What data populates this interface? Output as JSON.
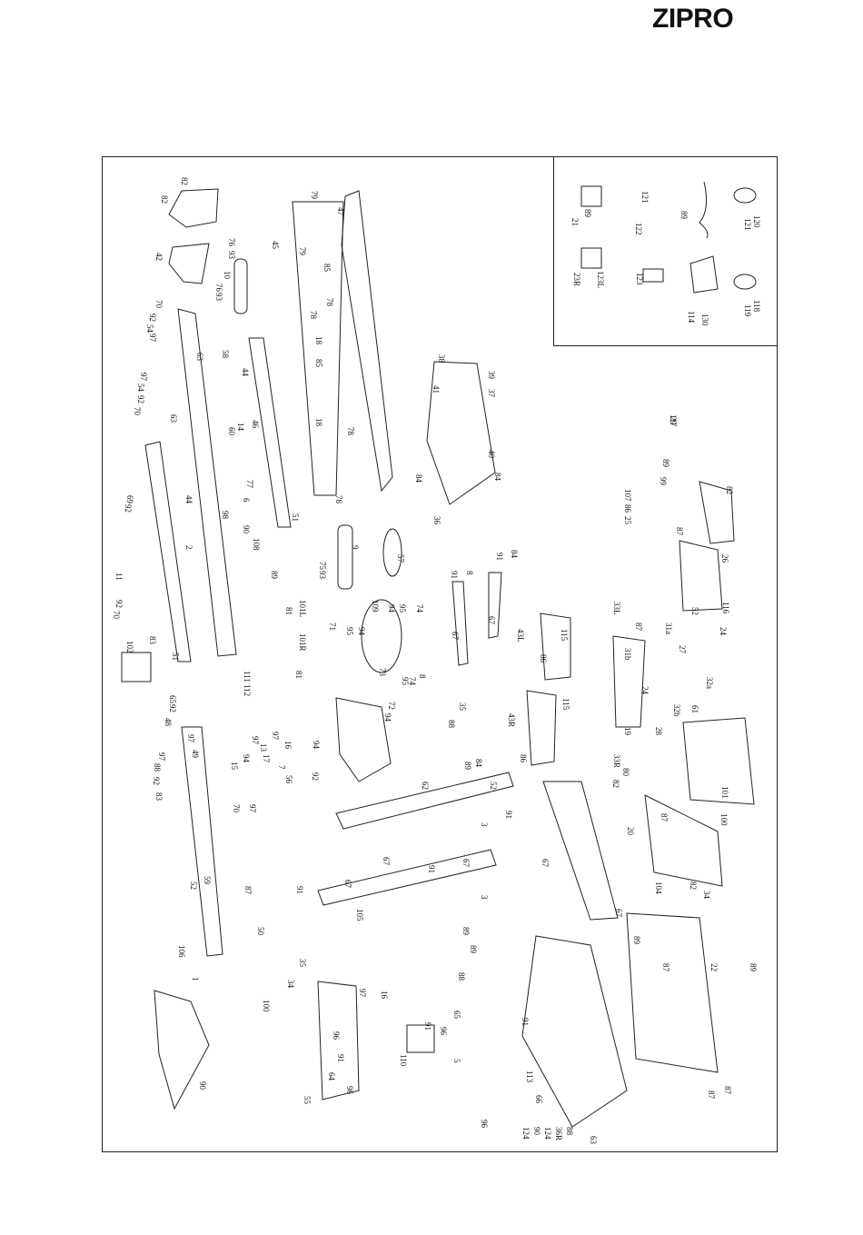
{
  "brand": {
    "logo_text": "ZIPRO"
  },
  "part_labels": [
    "82",
    "82",
    "42",
    "76",
    "93",
    "10",
    "76",
    "93",
    "70",
    "92",
    "54",
    "97",
    "58",
    "63",
    "97",
    "54",
    "92",
    "70",
    "63",
    "44",
    "60",
    "14",
    "46",
    "77",
    "6",
    "98",
    "69",
    "92",
    "44",
    "11",
    "2",
    "90",
    "108",
    "89",
    "101L",
    "81",
    "92",
    "70",
    "51",
    "102",
    "83",
    "111",
    "112",
    "79",
    "47",
    "45",
    "79",
    "85",
    "78",
    "78",
    "18",
    "85",
    "18",
    "78",
    "78",
    "51",
    "9",
    "75",
    "93",
    "57",
    "109",
    "94",
    "95",
    "74",
    "71",
    "95",
    "94",
    "73",
    "72",
    "94",
    "95",
    "74",
    "8",
    "67",
    "91",
    "8",
    "67",
    "91",
    "84",
    "38",
    "39",
    "37",
    "41",
    "40",
    "84",
    "84",
    "36",
    "29",
    "89",
    "99",
    "107",
    "86",
    "25",
    "82",
    "26",
    "87",
    "52",
    "116",
    "115",
    "43L",
    "86",
    "33L",
    "87",
    "31b",
    "31a",
    "27",
    "24",
    "24",
    "32a",
    "32b",
    "28",
    "19",
    "61",
    "115",
    "43R",
    "86",
    "33R",
    "80",
    "82",
    "101",
    "100",
    "20",
    "82",
    "87",
    "34",
    "35",
    "88",
    "84",
    "89",
    "101R",
    "81",
    "65",
    "92",
    "48",
    "97",
    "49",
    "97",
    "88",
    "92",
    "83",
    "97",
    "94",
    "15",
    "13",
    "17",
    "97",
    "94",
    "92",
    "16",
    "7",
    "56",
    "97",
    "70",
    "87",
    "50",
    "52",
    "106",
    "1",
    "59",
    "62",
    "52",
    "3",
    "91",
    "67",
    "3",
    "91",
    "67",
    "105",
    "67",
    "91",
    "67",
    "67",
    "104",
    "87",
    "89",
    "89",
    "88",
    "35",
    "34",
    "100",
    "97",
    "16",
    "65",
    "91",
    "96",
    "110",
    "96",
    "91",
    "64",
    "96",
    "55",
    "5",
    "96",
    "91",
    "63",
    "66",
    "113",
    "89",
    "22",
    "87",
    "87",
    "89",
    "89",
    "21",
    "89",
    "23R",
    "123L",
    "123",
    "121",
    "122",
    "114",
    "130",
    "118",
    "119",
    "120",
    "121",
    "117",
    "90",
    "124",
    "90",
    "124",
    "36R",
    "88"
  ]
}
